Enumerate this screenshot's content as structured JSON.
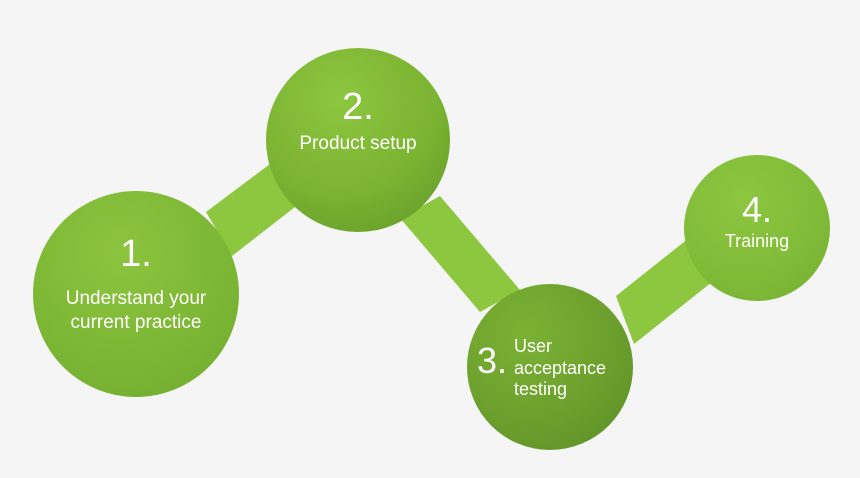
{
  "steps": [
    {
      "number": "1.",
      "label": "Understand your current practice"
    },
    {
      "number": "2.",
      "label": "Product setup"
    },
    {
      "number": "3.",
      "label": "User acceptance testing"
    },
    {
      "number": "4.",
      "label": "Training"
    }
  ],
  "colors": {
    "background": "#f5f5f5",
    "connector": "#8dc63f",
    "circle": "#7cb735",
    "circle_dark": "#5f9628",
    "text": "#ffffff"
  }
}
